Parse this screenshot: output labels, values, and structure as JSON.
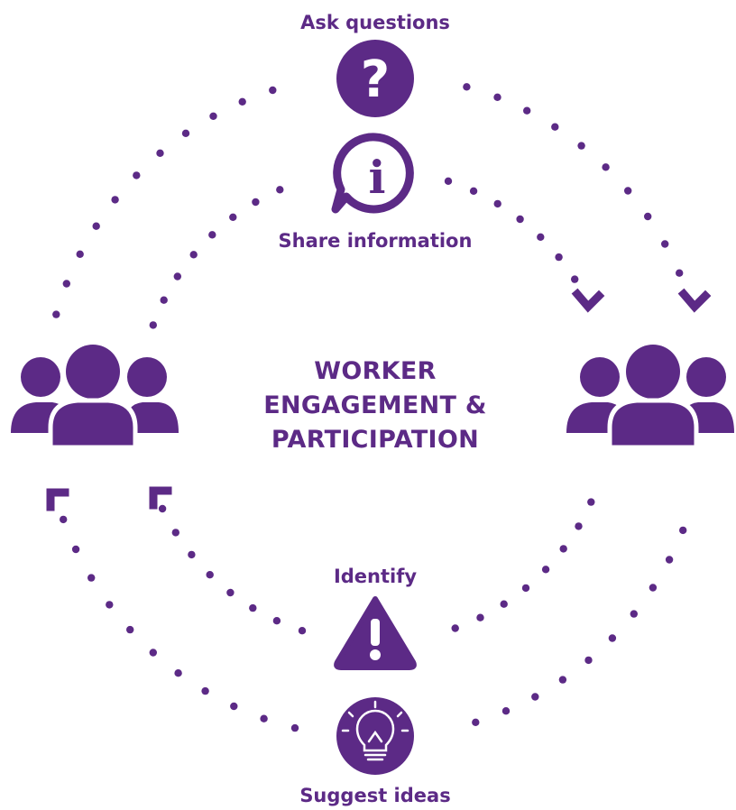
{
  "colors": {
    "primary": "#5c2a86",
    "background": "#ffffff",
    "icon_glyph": "#ffffff"
  },
  "title": {
    "line1": "WORKER",
    "line2": "ENGAGEMENT &",
    "line3": "PARTICIPATION"
  },
  "labels": {
    "ask_questions": "Ask questions",
    "share_information": "Share information",
    "identify": "Identify",
    "suggest_ideas": "Suggest ideas"
  },
  "icons": {
    "ask_questions": "question-mark-circle-icon",
    "share_information": "info-speech-bubble-icon",
    "identify": "warning-triangle-icon",
    "suggest_ideas": "lightbulb-icon",
    "left_group": "people-group-icon",
    "right_group": "people-group-icon"
  }
}
